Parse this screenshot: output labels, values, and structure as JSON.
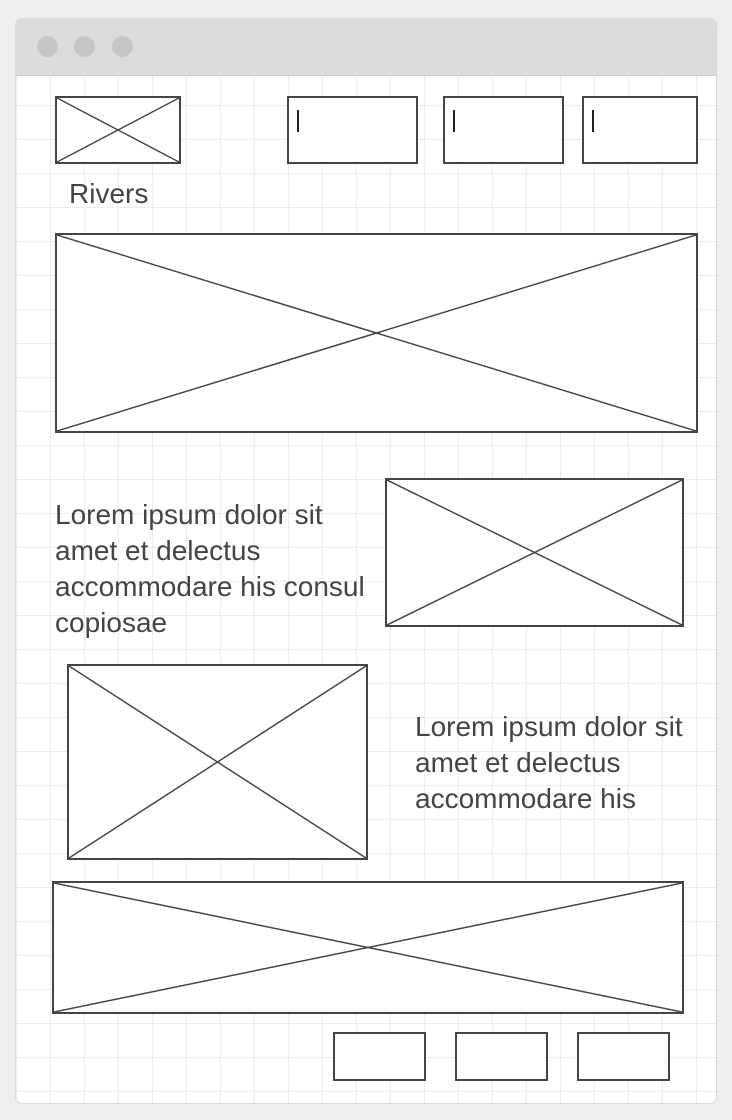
{
  "header": {
    "title": "Rivers"
  },
  "search_fields": [
    {
      "value": ""
    },
    {
      "value": ""
    },
    {
      "value": ""
    }
  ],
  "sections": {
    "text_block_1": "Lorem ipsum dolor sit amet et delectus accommodare his consul copiosae",
    "text_block_2": "Lorem ipsum dolor sit amet et delectus accommodare his"
  },
  "footer_buttons": [
    {
      "label": ""
    },
    {
      "label": ""
    },
    {
      "label": ""
    }
  ]
}
